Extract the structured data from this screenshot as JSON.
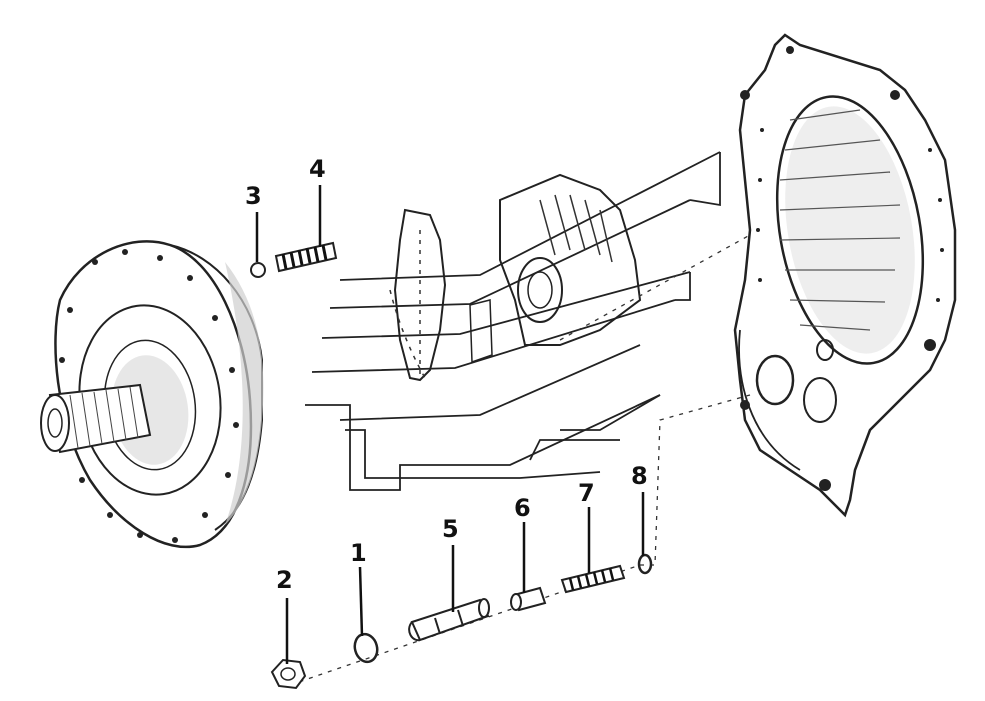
{
  "callouts": [
    {
      "id": "1",
      "label": "1"
    },
    {
      "id": "2",
      "label": "2"
    },
    {
      "id": "3",
      "label": "3"
    },
    {
      "id": "4",
      "label": "4"
    },
    {
      "id": "5",
      "label": "5"
    },
    {
      "id": "6",
      "label": "6"
    },
    {
      "id": "7",
      "label": "7"
    },
    {
      "id": "8",
      "label": "8"
    }
  ],
  "components": {
    "pump_housing": "pump-housing",
    "valve_body": "valve-body-cutaway",
    "converter_housing": "converter-housing-flange"
  }
}
